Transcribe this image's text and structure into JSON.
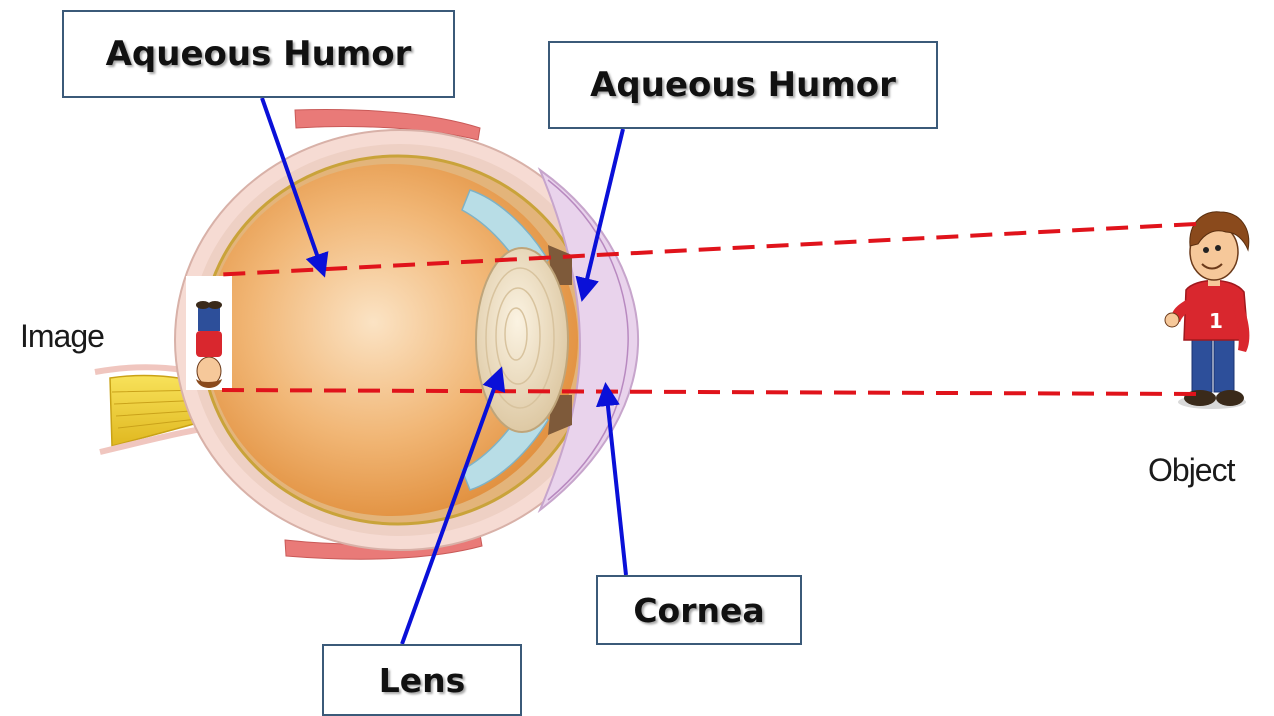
{
  "labels": {
    "aqueous_humor_left": "Aqueous Humor",
    "aqueous_humor_right": "Aqueous Humor",
    "cornea": "Cornea",
    "lens": "Lens",
    "image": "Image",
    "object": "Object"
  },
  "colors": {
    "ray": "#e0131b",
    "pointer_arrow": "#0a10d8",
    "box_border": "#3b5a79",
    "vitreous": "#e8a35c",
    "sclera": "#f4d7cf",
    "lens": "#efe0c2",
    "cornea": "#e6cde8"
  },
  "icons": {
    "eye": "eye-cross-section-illustration",
    "object_person": "cartoon-boy-figure",
    "image_person": "inverted-cartoon-boy-figure",
    "optic_nerve": "optic-nerve-bundle"
  }
}
